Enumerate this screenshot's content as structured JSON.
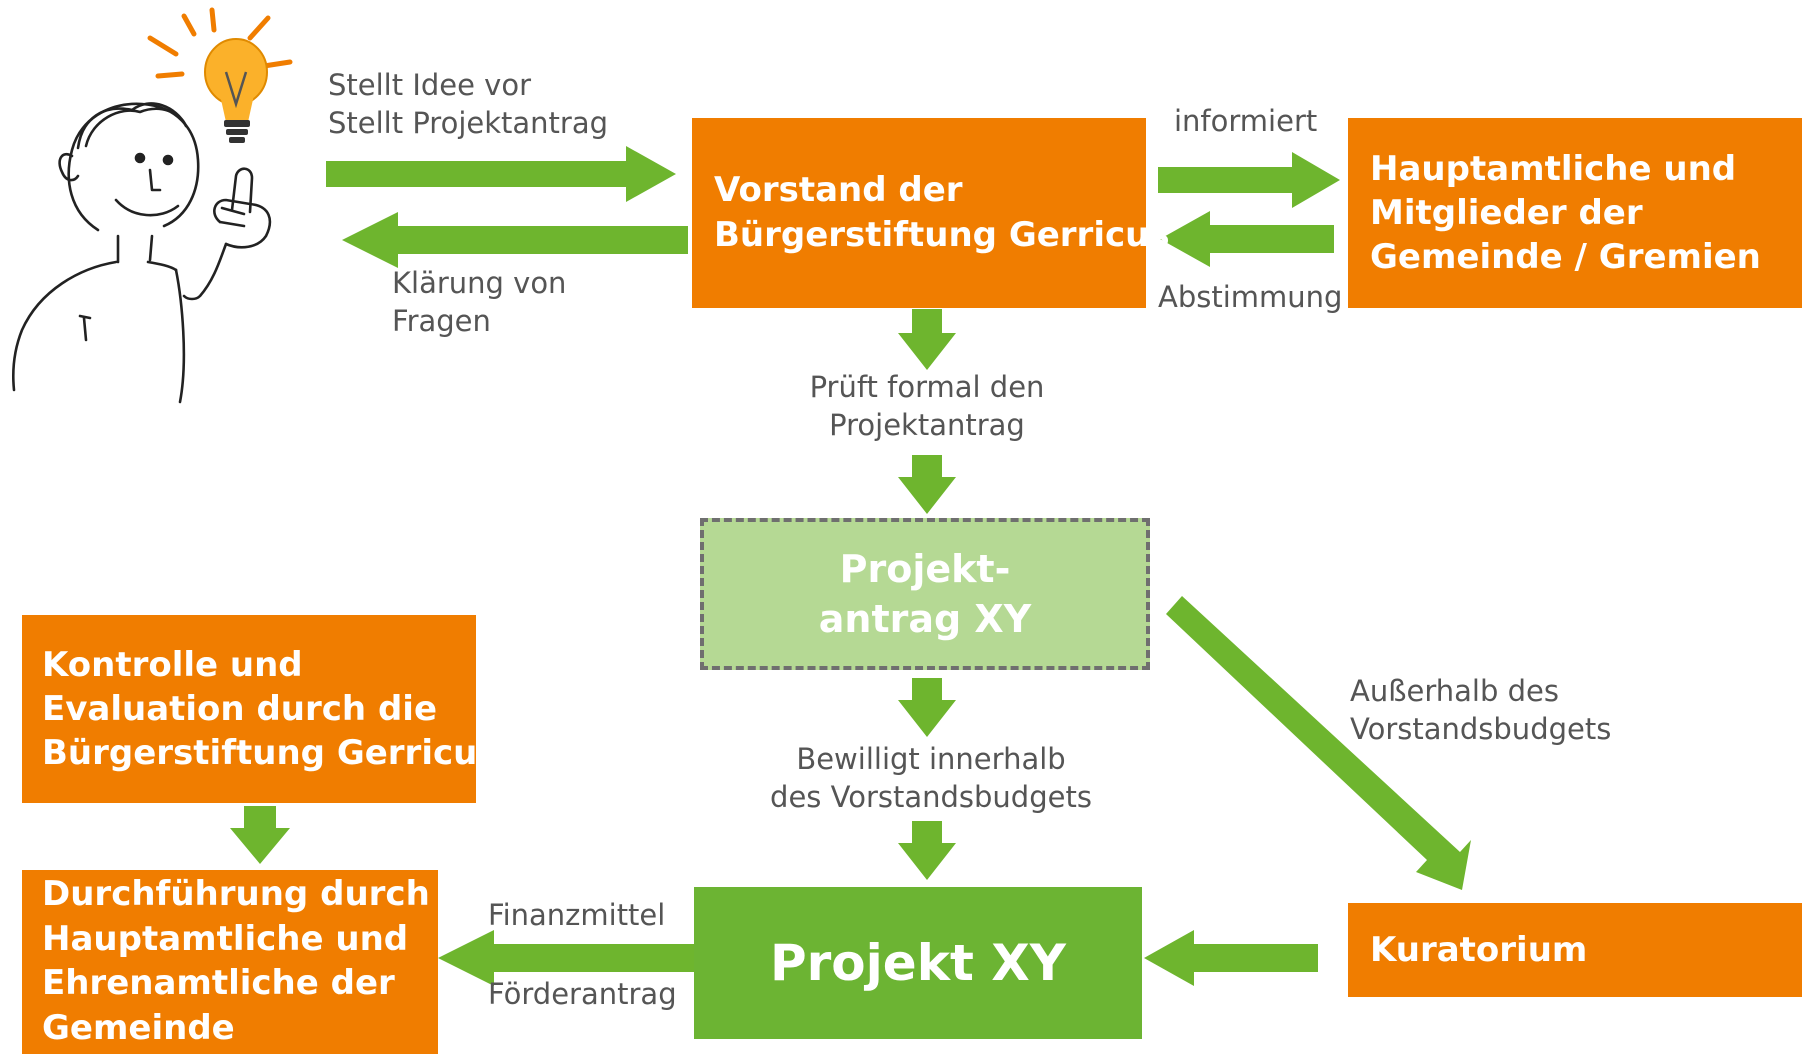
{
  "colors": {
    "orange": "#f07d00",
    "green_arrow": "#6eb52e",
    "light_green": "#b5d994",
    "dark_green": "#6cb433",
    "label_gray": "#555555"
  },
  "person": {
    "icon": "person-with-lightbulb-icon"
  },
  "nodes": {
    "vorstand": {
      "lines": [
        "Vorstand der",
        "Bürgerstiftung Gerricus"
      ]
    },
    "hauptamtliche": {
      "lines": [
        "Hauptamtliche und",
        "Mitglieder der",
        "Gemeinde / Gremien"
      ]
    },
    "projektantrag": {
      "lines": [
        "Projekt-",
        "antrag XY"
      ]
    },
    "kontrolle": {
      "lines": [
        "Kontrolle und",
        "Evaluation durch die",
        "Bürgerstiftung Gerricus"
      ]
    },
    "durchfuehrung": {
      "lines": [
        "Durchführung durch",
        "Hauptamtliche und",
        "Ehrenamtliche der",
        "Gemeinde"
      ]
    },
    "projekt": {
      "lines": [
        "Projekt XY"
      ]
    },
    "kuratorium": {
      "lines": [
        "Kuratorium"
      ]
    }
  },
  "labels": {
    "stellt": [
      "Stellt Idee vor",
      "Stellt Projektantrag"
    ],
    "klaerung": [
      "Klärung von",
      "Fragen"
    ],
    "informiert": [
      "informiert"
    ],
    "abstimmung": [
      "Abstimmung"
    ],
    "prueft": [
      "Prüft formal den",
      "Projektantrag"
    ],
    "bewilligt": [
      "Bewilligt innerhalb",
      "des Vorstandsbudgets"
    ],
    "ausserhalb": [
      "Außerhalb des",
      "Vorstandsbudgets"
    ],
    "finanzmittel": [
      "Finanzmittel"
    ],
    "foerderantrag": [
      "Förderantrag"
    ]
  }
}
